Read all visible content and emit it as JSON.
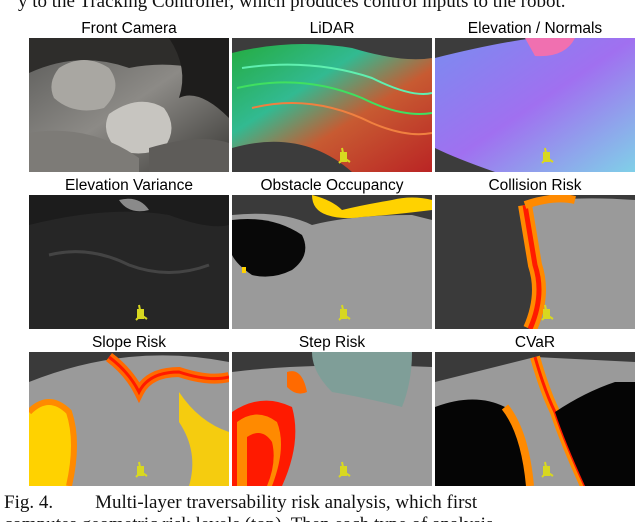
{
  "header_fragment": "y to the Tracking Controller, which produces control inputs to the robot.",
  "panels": {
    "front_camera": "Front Camera",
    "lidar": "LiDAR",
    "elevation_normals": "Elevation / Normals",
    "elevation_variance": "Elevation Variance",
    "obstacle_occupancy": "Obstacle Occupancy",
    "collision_risk": "Collision Risk",
    "slope_risk": "Slope Risk",
    "step_risk": "Step Risk",
    "cvar": "CVaR"
  },
  "caption": {
    "figure_number": "Fig. 4.",
    "line1": "Multi-layer traversability risk analysis, which first",
    "line2": "computes geometric risk levels (top). Then each type of analysis"
  },
  "colors": {
    "risk_high": "#ff1a00",
    "risk_mid": "#ff8a00",
    "risk_low": "#ffd200",
    "robot": "#d8d820",
    "terrain_gray": "#9a9a9a",
    "step_overlay": "#7f9e98"
  }
}
